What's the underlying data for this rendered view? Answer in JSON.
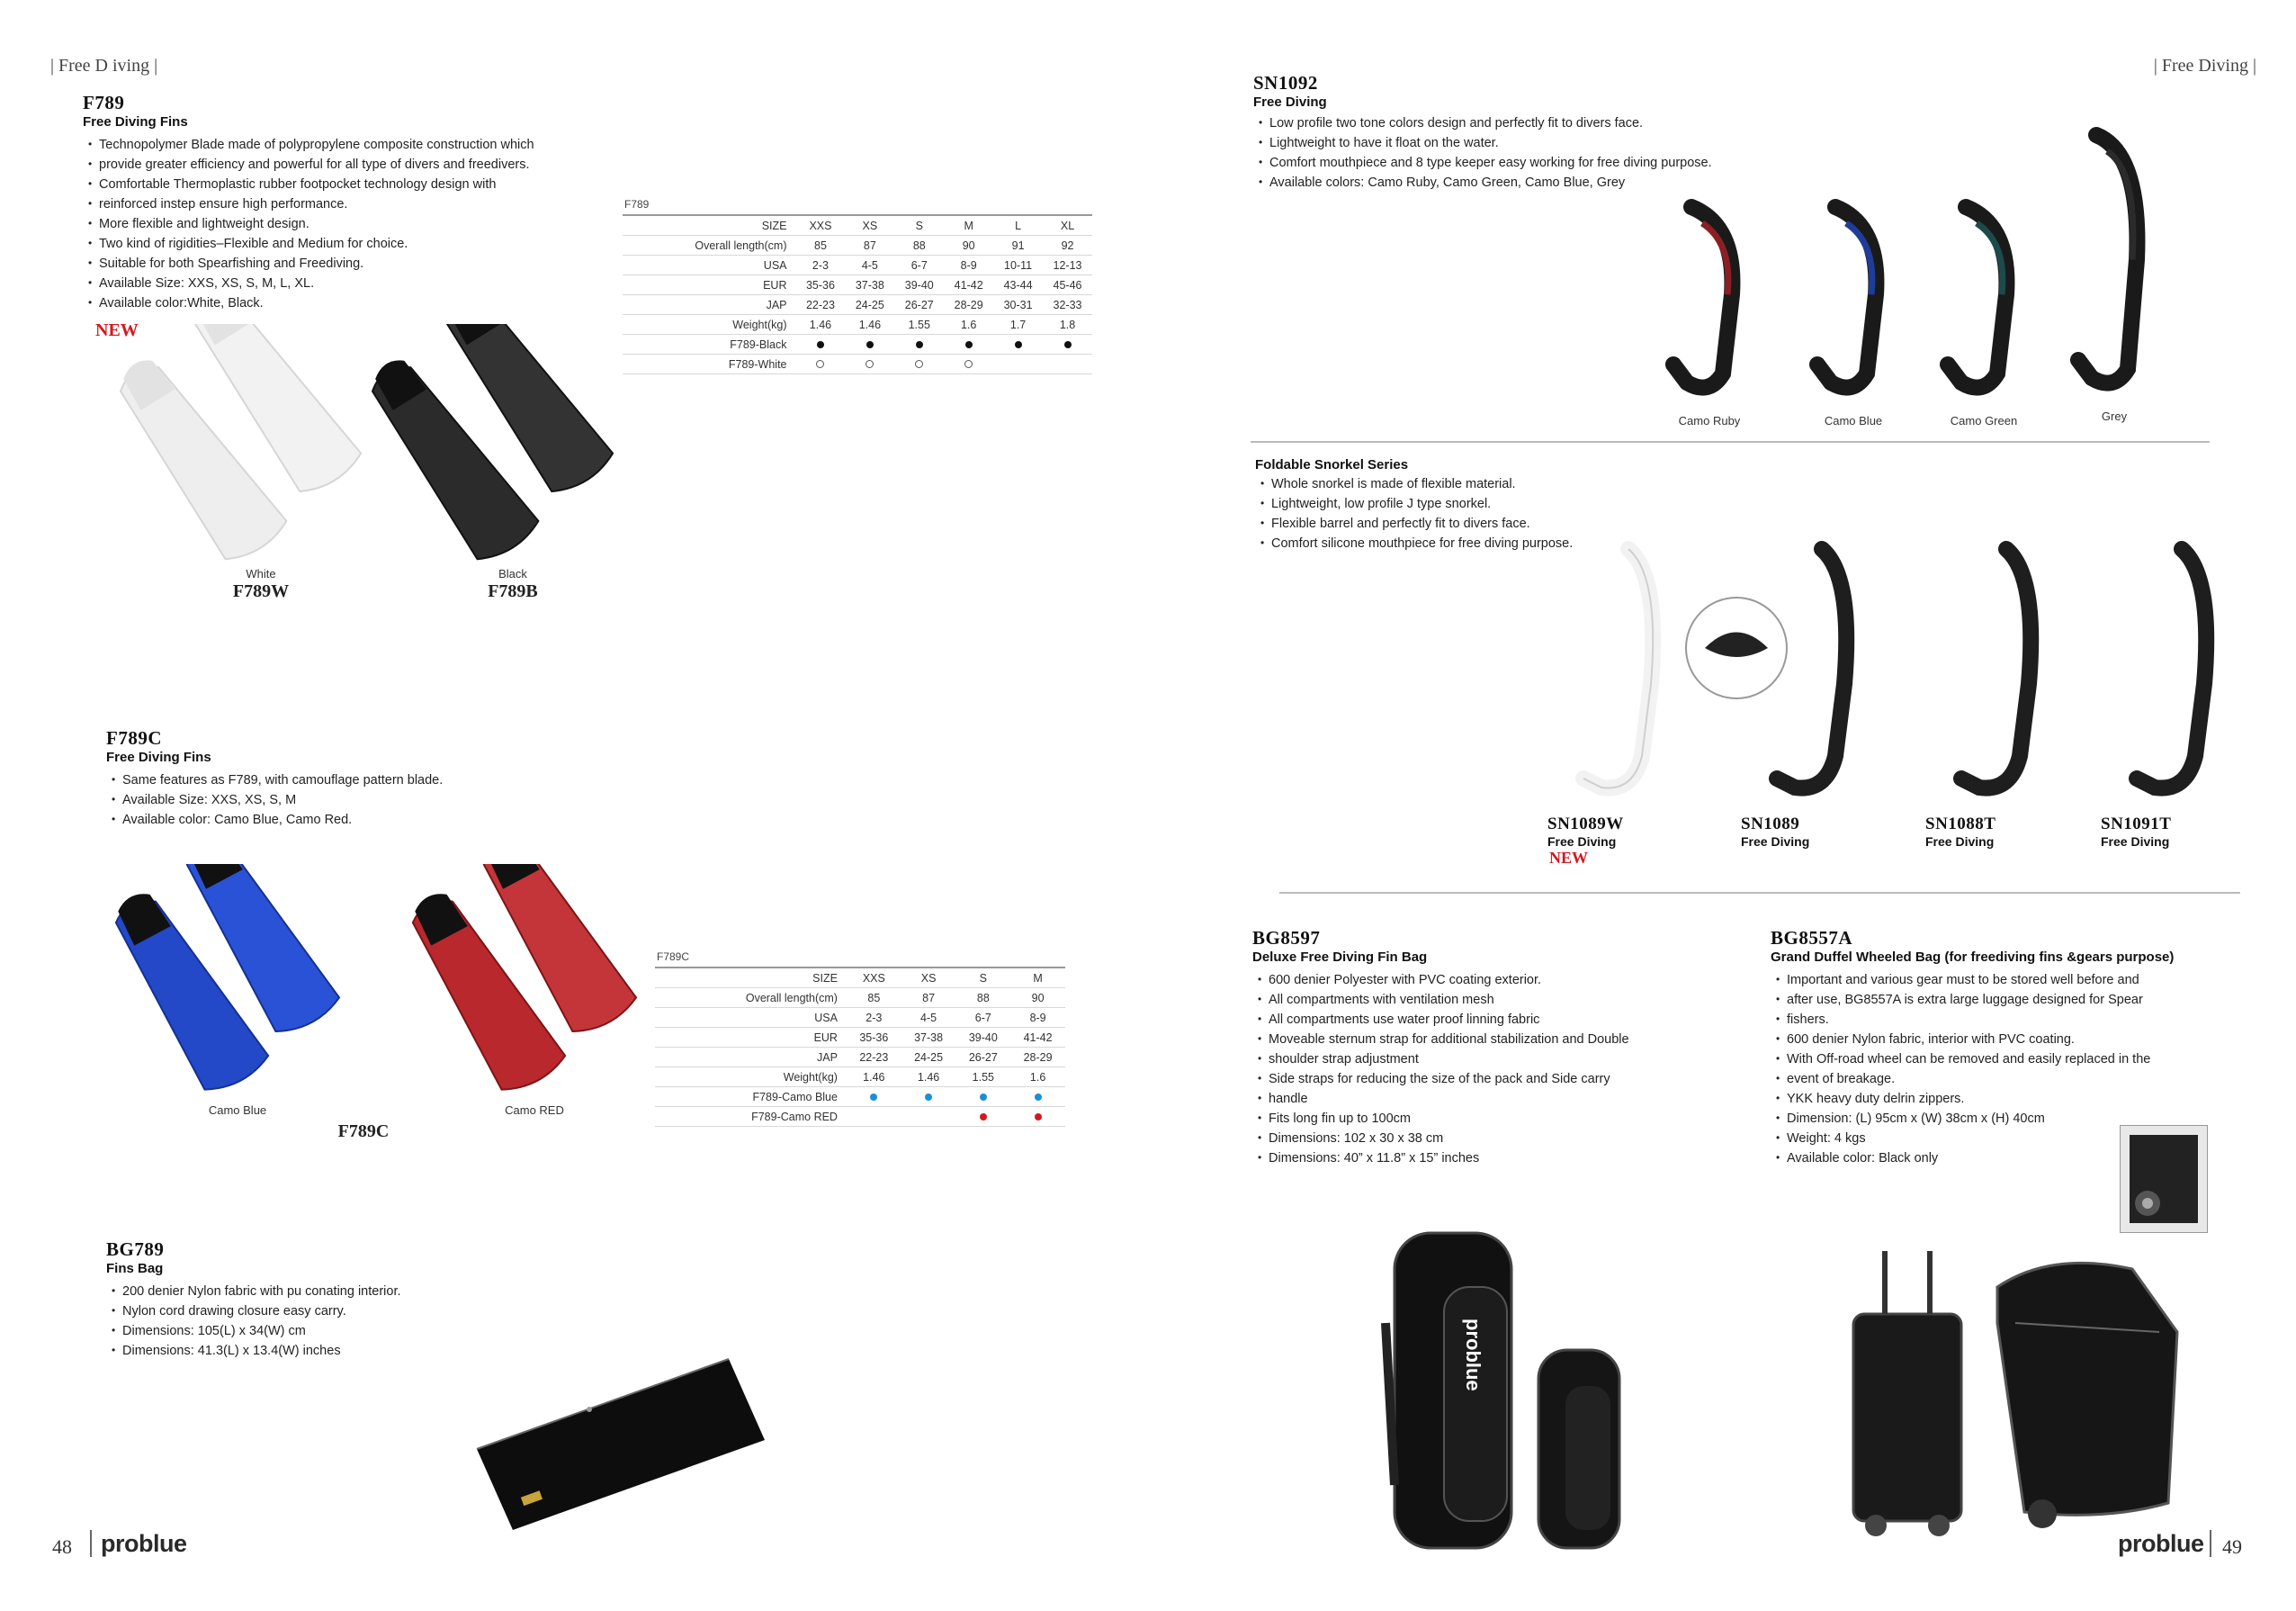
{
  "header": {
    "left": "| Free D iving |",
    "right": "| Free Diving |"
  },
  "footer": {
    "left_page": "48",
    "right_page": "49",
    "brand": "problue"
  },
  "f789": {
    "model": "F789",
    "subtitle": "Free Diving Fins",
    "features": [
      "Technopolymer Blade made of polypropylene composite construction which",
      "provide greater efficiency and powerful for all type of divers and freedivers.",
      "Comfortable Thermoplastic rubber footpocket technology design with",
      "reinforced instep ensure high performance.",
      "More flexible and lightweight design.",
      "Two kind of rigidities–Flexible and Medium for choice.",
      "Suitable for both Spearfishing and Freediving.",
      "Available Size: XXS, XS, S, M, L, XL.",
      "Available color:White, Black."
    ],
    "new_label": "NEW",
    "white_caption": "White",
    "white_model": "F789W",
    "black_caption": "Black",
    "black_model": "F789B"
  },
  "f789_table": {
    "caption": "F789",
    "header": [
      "SIZE",
      "XXS",
      "XS",
      "S",
      "M",
      "L",
      "XL"
    ],
    "rows": [
      [
        "Overall length(cm)",
        "85",
        "87",
        "88",
        "90",
        "91",
        "92"
      ],
      [
        "USA",
        "2-3",
        "4-5",
        "6-7",
        "8-9",
        "10-11",
        "12-13"
      ],
      [
        "EUR",
        "35-36",
        "37-38",
        "39-40",
        "41-42",
        "43-44",
        "45-46"
      ],
      [
        "JAP",
        "22-23",
        "24-25",
        "26-27",
        "28-29",
        "30-31",
        "32-33"
      ],
      [
        "Weight(kg)",
        "1.46",
        "1.46",
        "1.55",
        "1.6",
        "1.7",
        "1.8"
      ]
    ],
    "color_rows": [
      {
        "label": "F789-Black",
        "marks": [
          "black",
          "black",
          "black",
          "black",
          "black",
          "black"
        ]
      },
      {
        "label": "F789-White",
        "marks": [
          "open",
          "open",
          "open",
          "open",
          "",
          ""
        ]
      }
    ]
  },
  "f789c": {
    "model": "F789C",
    "subtitle": "Free Diving Fins",
    "features": [
      "Same features as F789, with camouflage pattern blade.",
      "Available Size: XXS, XS, S, M",
      "Available color: Camo Blue, Camo Red."
    ],
    "blue_caption": "Camo Blue",
    "red_caption": "Camo RED",
    "model_caption": "F789C"
  },
  "f789c_table": {
    "caption": "F789C",
    "header": [
      "SIZE",
      "XXS",
      "XS",
      "S",
      "M"
    ],
    "rows": [
      [
        "Overall length(cm)",
        "85",
        "87",
        "88",
        "90"
      ],
      [
        "USA",
        "2-3",
        "4-5",
        "6-7",
        "8-9"
      ],
      [
        "EUR",
        "35-36",
        "37-38",
        "39-40",
        "41-42"
      ],
      [
        "JAP",
        "22-23",
        "24-25",
        "26-27",
        "28-29"
      ],
      [
        "Weight(kg)",
        "1.46",
        "1.46",
        "1.55",
        "1.6"
      ]
    ],
    "color_rows": [
      {
        "label": "F789-Camo Blue",
        "marks": [
          "blue",
          "blue",
          "blue",
          "blue"
        ]
      },
      {
        "label": "F789-Camo RED",
        "marks": [
          "",
          "",
          "red",
          "red"
        ]
      }
    ]
  },
  "bg789": {
    "model": "BG789",
    "subtitle": "Fins Bag",
    "features": [
      "200 denier Nylon fabric with pu conating interior.",
      "Nylon cord drawing closure easy carry.",
      "Dimensions: 105(L) x 34(W) cm",
      "Dimensions: 41.3(L) x 13.4(W) inches"
    ]
  },
  "sn1092": {
    "model": "SN1092",
    "subtitle": "Free Diving",
    "features": [
      "Low profile two tone colors design and perfectly fit to divers face.",
      "Lightweight to have it float on the water.",
      "Comfort mouthpiece and 8 type keeper easy working for free diving purpose.",
      "Available colors: Camo Ruby, Camo Green, Camo Blue, Grey"
    ],
    "variants": [
      {
        "caption": "Camo Ruby",
        "accent": "#8a1f24"
      },
      {
        "caption": "Camo Blue",
        "accent": "#1f3c9a"
      },
      {
        "caption": "Camo Green",
        "accent": "#1d4a4a"
      },
      {
        "caption": "Grey",
        "accent": "#2b2b2b"
      }
    ]
  },
  "foldable": {
    "title": "Foldable Snorkel Series",
    "features": [
      "Whole snorkel is made of flexible material.",
      "Lightweight, low profile J type snorkel.",
      "Flexible barrel and perfectly fit to divers face.",
      "Comfort silicone mouthpiece for free diving purpose."
    ],
    "items": [
      {
        "model": "SN1089W",
        "sub": "Free Diving",
        "new": "NEW"
      },
      {
        "model": "SN1089",
        "sub": "Free Diving"
      },
      {
        "model": "SN1088T",
        "sub": "Free Diving"
      },
      {
        "model": "SN1091T",
        "sub": "Free Diving"
      }
    ]
  },
  "bg8597": {
    "model": "BG8597",
    "subtitle": "Deluxe Free Diving Fin Bag",
    "features": [
      "600 denier Polyester with PVC coating exterior.",
      "All compartments with ventilation mesh",
      "All compartments use water proof linning fabric",
      "Moveable sternum strap for additional stabilization and Double",
      "shoulder strap adjustment",
      "Side straps for reducing the size of the pack and Side carry",
      "handle",
      "Fits long fin up to 100cm",
      "Dimensions: 102 x 30 x 38 cm",
      "Dimensions: 40” x 11.8” x 15” inches"
    ]
  },
  "bg8557a": {
    "model": "BG8557A",
    "subtitle": "Grand Duffel Wheeled Bag (for freediving fins &gears purpose)",
    "features": [
      "Important and various gear must to be stored well before and",
      "after use, BG8557A is extra large luggage designed for Spear",
      "fishers.",
      "600 denier Nylon fabric, interior with PVC coating.",
      "With Off-road wheel can be removed and easily replaced in the",
      "event of breakage.",
      "YKK heavy duty delrin zippers.",
      "Dimension: (L) 95cm x (W) 38cm x (H) 40cm",
      "Weight: 4 kgs",
      "Available color: Black only"
    ]
  },
  "colors": {
    "new_red": "#d4181f",
    "blue_dot": "#1a8fd6",
    "camo_blue": "#2348c8",
    "camo_red": "#b8282c"
  }
}
